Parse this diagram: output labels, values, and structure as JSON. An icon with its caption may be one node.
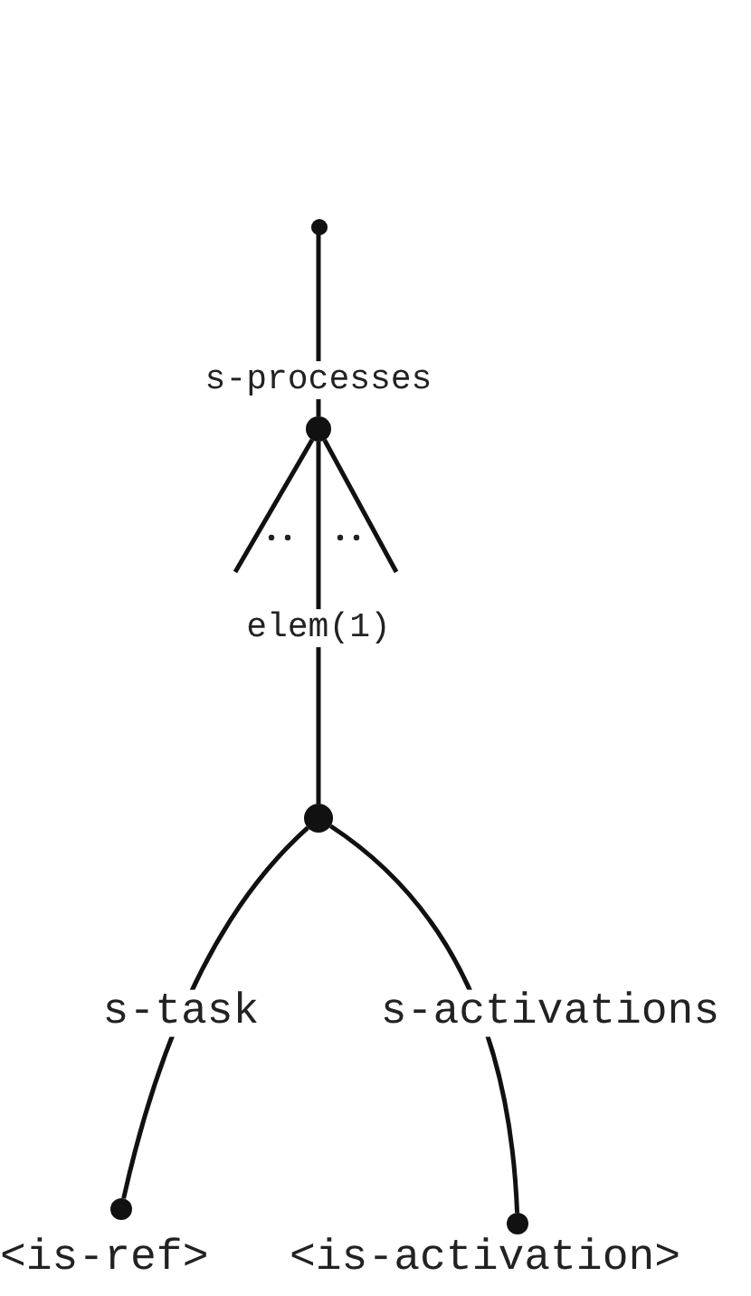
{
  "diagram": {
    "nodes": [
      {
        "text": [],
        "shape": "circle"
      },
      {
        "text": [],
        "shape": "circle"
      },
      {
        "text": [],
        "shape": "circle"
      },
      {
        "text": [],
        "shape": "circle",
        "beside": [
          "<is-ref>"
        ]
      },
      {
        "text": [],
        "shape": "circle",
        "beside": [
          "<is-activation>"
        ]
      }
    ],
    "edges": [
      {
        "from": 0,
        "to": 1,
        "arrow": "none",
        "label": "s-processes"
      },
      {
        "from": 1,
        "to": null,
        "arrow": "none"
      },
      {
        "from": 1,
        "to": null,
        "arrow": "none"
      },
      {
        "from": 1,
        "to": 2,
        "arrow": "none",
        "label": "elem(1)"
      },
      {
        "from": 2,
        "to": 3,
        "arrow": "none",
        "label": "s-task"
      },
      {
        "from": 2,
        "to": 4,
        "arrow": "none",
        "label": "s-activations"
      }
    ]
  }
}
